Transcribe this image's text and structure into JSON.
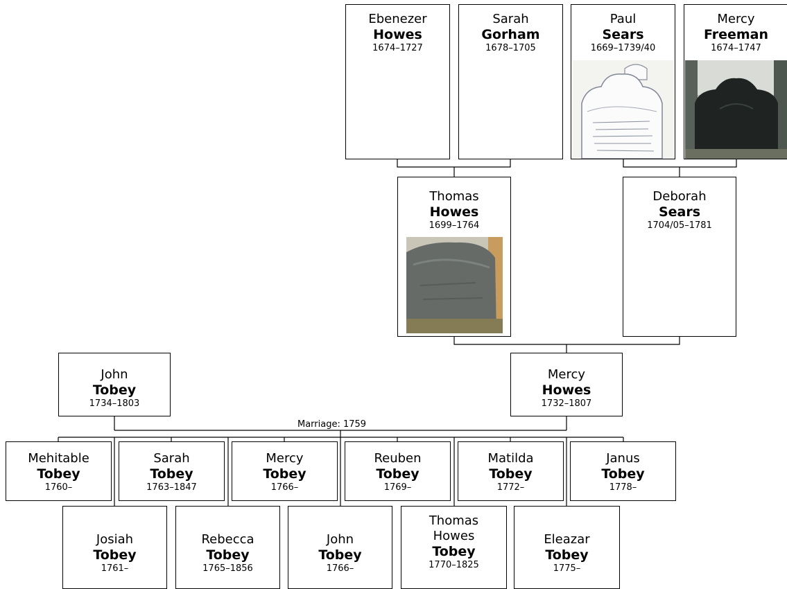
{
  "people": {
    "ebenezer_howes": {
      "given": "Ebenezer",
      "surname": "Howes",
      "dates": "1674–1727"
    },
    "sarah_gorham": {
      "given": "Sarah",
      "surname": "Gorham",
      "dates": "1678–1705"
    },
    "paul_sears": {
      "given": "Paul",
      "surname": "Sears",
      "dates": "1669–1739/40"
    },
    "mercy_freeman": {
      "given": "Mercy",
      "surname": "Freeman",
      "dates": "1674–1747"
    },
    "thomas_howes": {
      "given": "Thomas",
      "surname": "Howes",
      "dates": "1699–1764"
    },
    "deborah_sears": {
      "given": "Deborah",
      "surname": "Sears",
      "dates": "1704/05–1781"
    },
    "john_tobey": {
      "given": "John",
      "surname": "Tobey",
      "dates": "1734–1803"
    },
    "mercy_howes": {
      "given": "Mercy",
      "surname": "Howes",
      "dates": "1732–1807"
    }
  },
  "marriage_label": "Marriage: 1759",
  "children_row1": [
    {
      "given": "Mehitable",
      "surname": "Tobey",
      "dates": "1760–"
    },
    {
      "given": "Sarah",
      "surname": "Tobey",
      "dates": "1763–1847"
    },
    {
      "given": "Mercy",
      "surname": "Tobey",
      "dates": "1766–"
    },
    {
      "given": "Reuben",
      "surname": "Tobey",
      "dates": "1769–"
    },
    {
      "given": "Matilda",
      "surname": "Tobey",
      "dates": "1772–"
    },
    {
      "given": "Janus",
      "surname": "Tobey",
      "dates": "1778–"
    }
  ],
  "children_row2": [
    {
      "given": "Josiah",
      "surname": "Tobey",
      "dates": "1761–"
    },
    {
      "given": "Rebecca",
      "surname": "Tobey",
      "dates": "1765–1856"
    },
    {
      "given": "John",
      "surname": "Tobey",
      "dates": "1766–"
    },
    {
      "given": "Thomas Howes",
      "surname": "Tobey",
      "dates": "1770–1825"
    },
    {
      "given": "Eleazar",
      "surname": "Tobey",
      "dates": "1775–"
    }
  ]
}
